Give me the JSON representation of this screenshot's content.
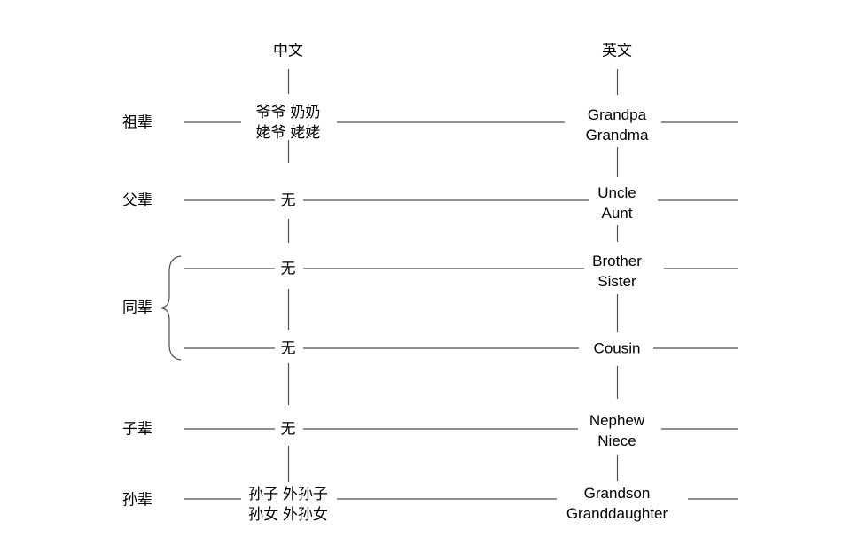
{
  "columns": {
    "chinese": "中文",
    "english": "英文"
  },
  "generation_labels": {
    "grandparent": "祖辈",
    "parent": "父辈",
    "same": "同辈",
    "child": "子辈",
    "grandchild": "孙辈"
  },
  "rows": [
    {
      "cn": [
        "爷爷 奶奶",
        "姥爷 姥姥"
      ],
      "en": [
        "Grandpa",
        "Grandma"
      ]
    },
    {
      "cn": [
        "无"
      ],
      "en": [
        "Uncle",
        "Aunt"
      ]
    },
    {
      "cn": [
        "无"
      ],
      "en": [
        "Brother",
        "Sister"
      ]
    },
    {
      "cn": [
        "无"
      ],
      "en": [
        "Cousin"
      ]
    },
    {
      "cn": [
        "无"
      ],
      "en": [
        "Nephew",
        "Niece"
      ]
    },
    {
      "cn": [
        "孙子 外孙子",
        "孙女 外孙女"
      ],
      "en": [
        "Grandson",
        "Granddaughter"
      ]
    }
  ],
  "colors": {
    "text": "#000000",
    "line": "#4d4d4d",
    "background": "#ffffff"
  }
}
